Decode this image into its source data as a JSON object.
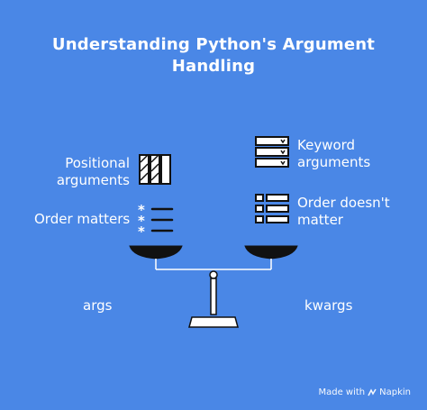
{
  "title_line1": "Understanding Python's Argument",
  "title_line2": "Handling",
  "left": {
    "positional": [
      "Positional",
      "arguments"
    ],
    "order": "Order matters",
    "name": "args"
  },
  "right": {
    "keyword": [
      "Keyword",
      "arguments"
    ],
    "order": [
      "Order doesn't",
      "matter"
    ],
    "name": "kwargs"
  },
  "footer": {
    "made_with": "Made with",
    "brand": "Napkin"
  },
  "colors": {
    "background": "#4a87e6",
    "ink": "#111111",
    "white": "#ffffff"
  },
  "icons": [
    "bars-icon",
    "asterisk-list-icon",
    "form-list-icon",
    "unordered-list-icon",
    "balance-scale-icon",
    "napkin-logo-icon"
  ]
}
